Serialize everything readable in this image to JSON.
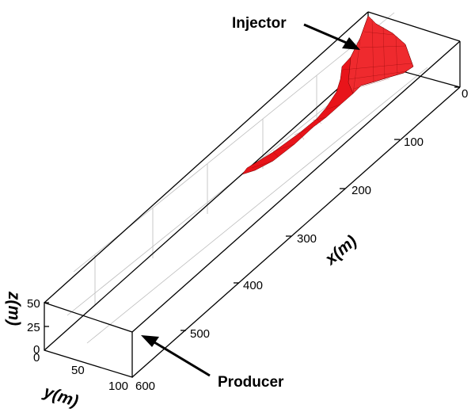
{
  "labels": {
    "injector": "Injector",
    "producer": "Producer",
    "x_axis": "x(m)",
    "y_axis": "y(m)",
    "z_axis": "z(m)"
  },
  "ticks": {
    "x": [
      "0",
      "100",
      "200",
      "300",
      "400",
      "500",
      "600"
    ],
    "y": [
      "0",
      "50",
      "100"
    ],
    "z": [
      "0",
      "25",
      "50"
    ]
  },
  "colors": {
    "plume": "#e8141a",
    "edge": "#000000",
    "grid": "#bdbdbd"
  }
}
